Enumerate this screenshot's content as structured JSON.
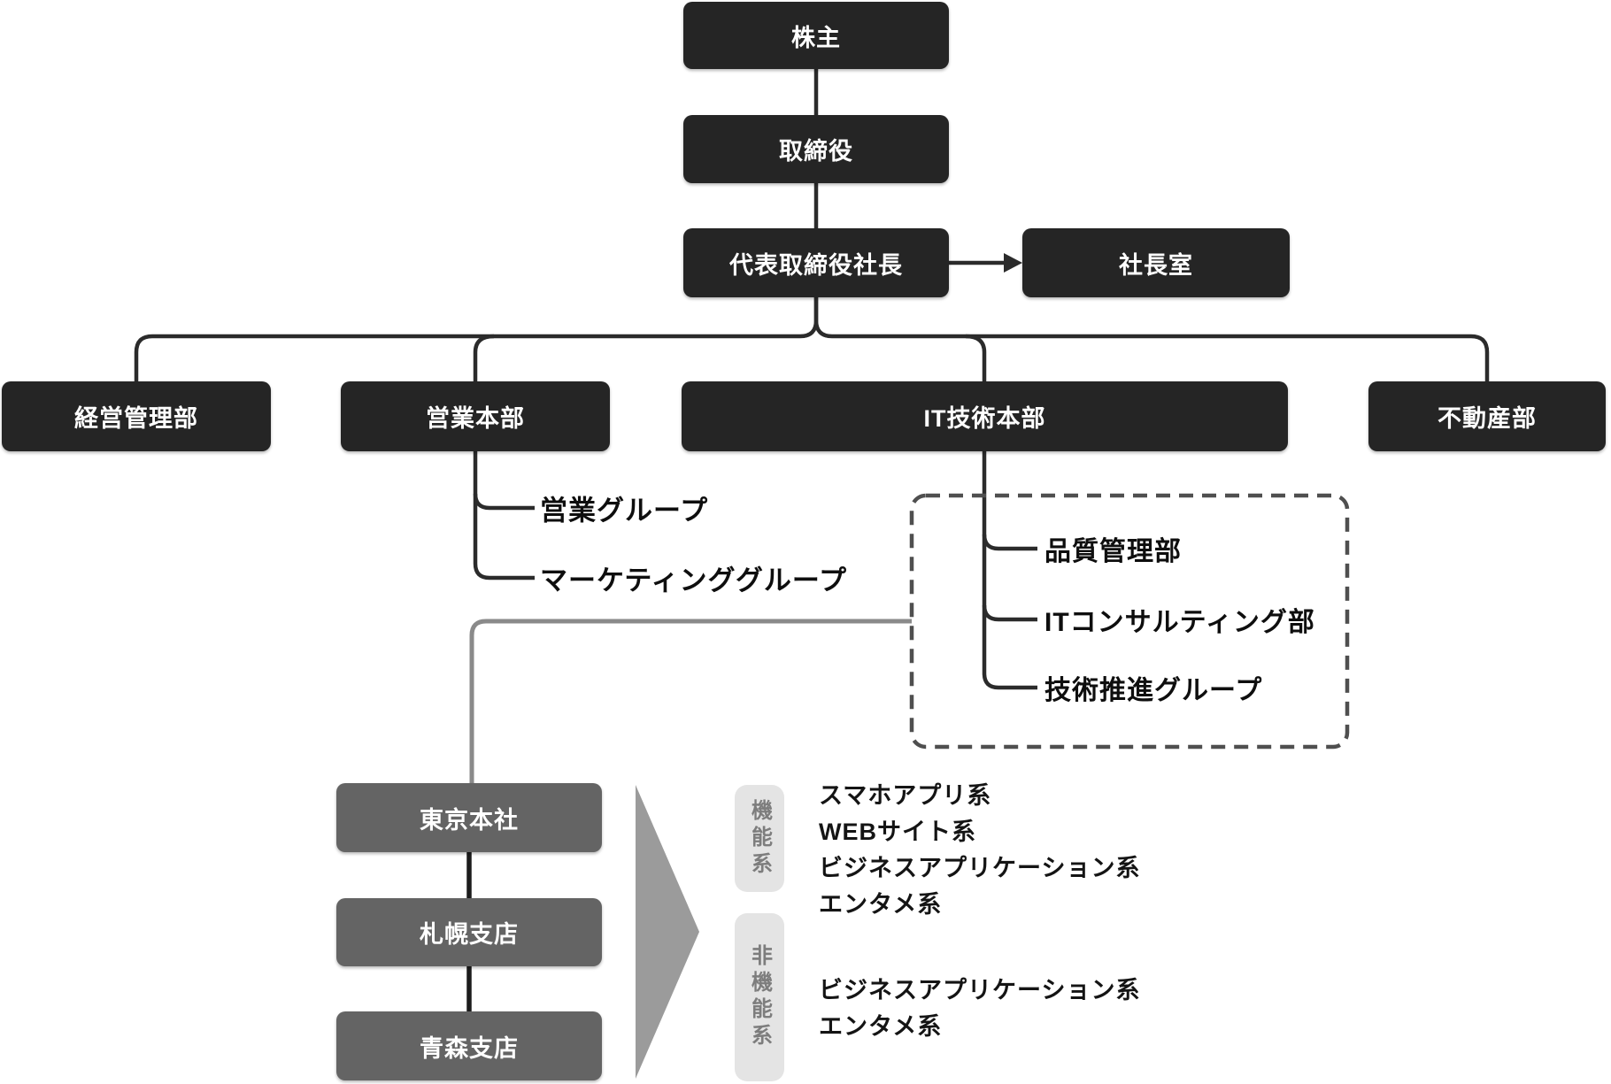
{
  "org_chart": {
    "top_chain": [
      {
        "id": "shareholders",
        "label": "株主"
      },
      {
        "id": "board",
        "label": "取締役"
      },
      {
        "id": "president",
        "label": "代表取締役社長"
      }
    ],
    "president_office": {
      "label": "社長室"
    },
    "departments": [
      {
        "id": "management",
        "label": "経営管理部"
      },
      {
        "id": "sales",
        "label": "営業本部",
        "children": [
          "営業グループ",
          "マーケティンググループ"
        ]
      },
      {
        "id": "it",
        "label": "IT技術本部",
        "children": [
          "品質管理部",
          "ITコンサルティング部",
          "技術推進グループ"
        ]
      },
      {
        "id": "real_estate",
        "label": "不動産部"
      }
    ],
    "locations": [
      "東京本社",
      "札幌支店",
      "青森支店"
    ],
    "categories": [
      {
        "label": "機能系",
        "items": [
          "スマホアプリ系",
          "WEBサイト系",
          "ビジネスアプリケーション系",
          "エンタメ系"
        ]
      },
      {
        "label": "非機能系",
        "items": [
          "ビジネスアプリケーション系",
          "エンタメ系"
        ]
      }
    ],
    "colors": {
      "dark_box": "#252525",
      "gray_box": "#646464",
      "connector_dark": "#2b2b2b",
      "connector_gray": "#8a8a8a",
      "dashed_border": "#4f4f4f",
      "triangle": "#9b9b9b",
      "pill_bg": "#e4e4e4",
      "pill_text": "#7d7d7d",
      "box_text": "#ffffff",
      "label_text": "#0e0e0e"
    }
  }
}
